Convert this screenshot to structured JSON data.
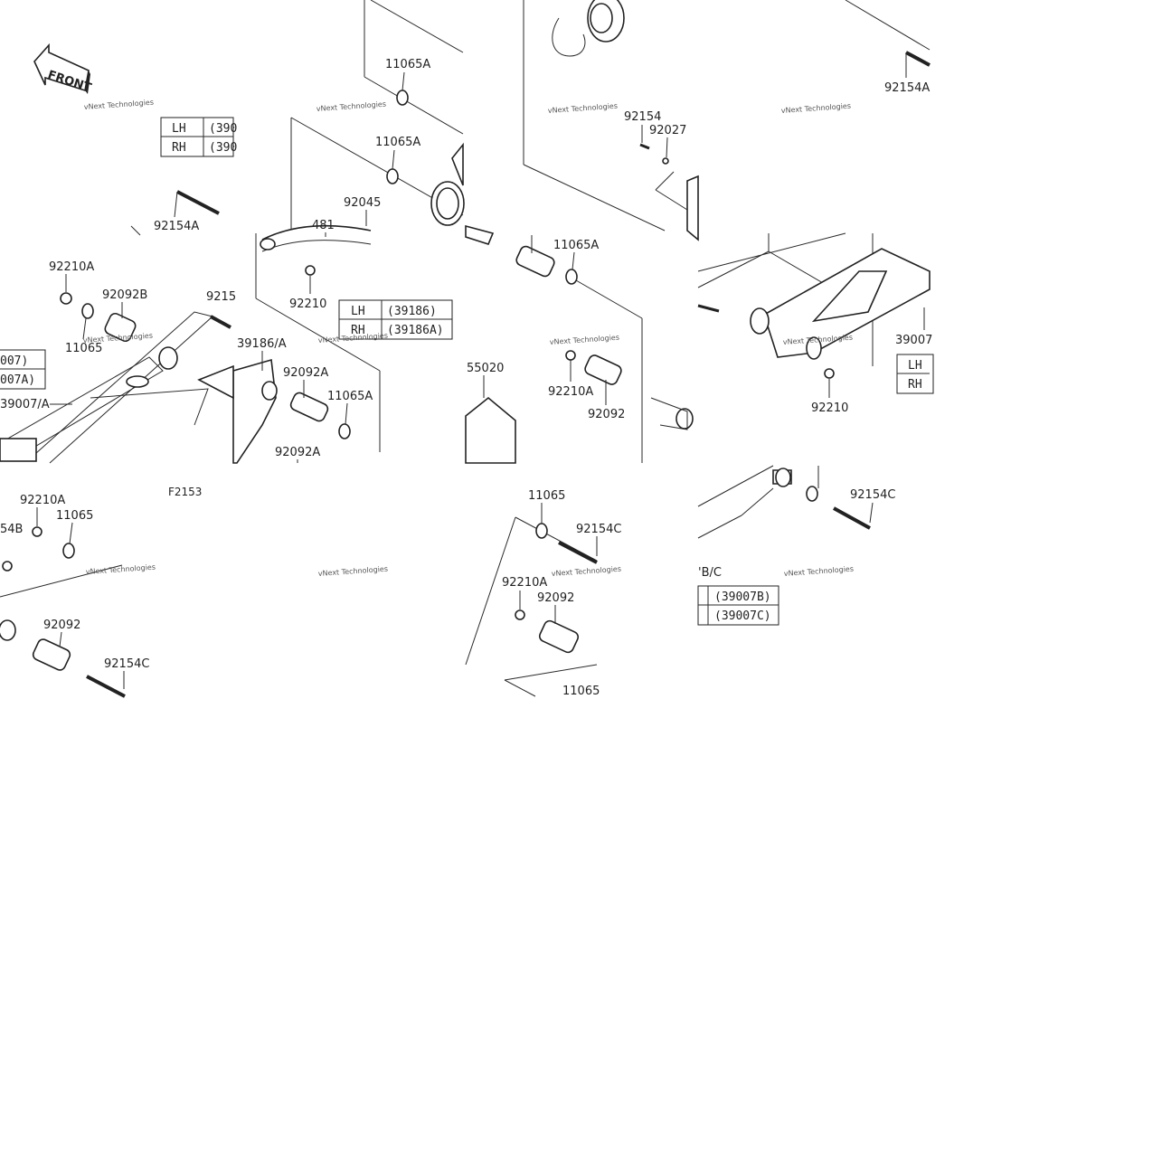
{
  "front_arrow": {
    "label": "FRONT"
  },
  "figure_code": "F2153",
  "watermark": "vNext Technologies",
  "part_labels": {
    "p11065A_a": "11065A",
    "p11065A_b": "11065A",
    "p11065A_c": "11065A",
    "p11065A_d": "11065A",
    "p92045": "92045",
    "p481": "481",
    "p92154A_left": "92154A",
    "p92154A_right": "92154A",
    "p92154": "92154",
    "p92027": "92027",
    "p92210A_left": "92210A",
    "p92210A_mid": "92210A",
    "p92210A_bl": "92210A",
    "p92210A_bc": "92210A",
    "p92092B": "92092B",
    "p92154_cut": "9215",
    "p92210_a": "92210",
    "p92210_b": "92210",
    "p11065_a": "11065",
    "p11065_b": "11065",
    "p11065_c": "11065",
    "p11065_d": "11065",
    "p39186A": "39186/A",
    "p92092A_a": "92092A",
    "p92092A_b": "92092A",
    "p55020": "55020",
    "p92092_a": "92092",
    "p92092_b": "92092",
    "p92092_c": "92092",
    "p39007A": "39007/A",
    "p39007_right": "39007",
    "p92154C_a": "92154C",
    "p92154C_b": "92154C",
    "p92154C_c": "92154C",
    "p54B_cut": "54B",
    "pBC_cut": "'B/C"
  },
  "tables": {
    "t_top_left": {
      "rows": [
        [
          "LH",
          "(390"
        ],
        [
          "RH",
          "(390"
        ]
      ]
    },
    "t_mid": {
      "rows": [
        [
          "LH",
          "(39186)"
        ],
        [
          "RH",
          "(39186A)"
        ]
      ]
    },
    "t_left_cut": {
      "rows": [
        [
          "",
          "007)"
        ],
        [
          "",
          "007A)"
        ]
      ]
    },
    "t_right": {
      "rows": [
        [
          "LH",
          ""
        ],
        [
          "RH",
          ""
        ]
      ]
    },
    "t_bottom_right": {
      "rows": [
        [
          "",
          "(39007B)"
        ],
        [
          "",
          "(39007C)"
        ]
      ]
    }
  }
}
